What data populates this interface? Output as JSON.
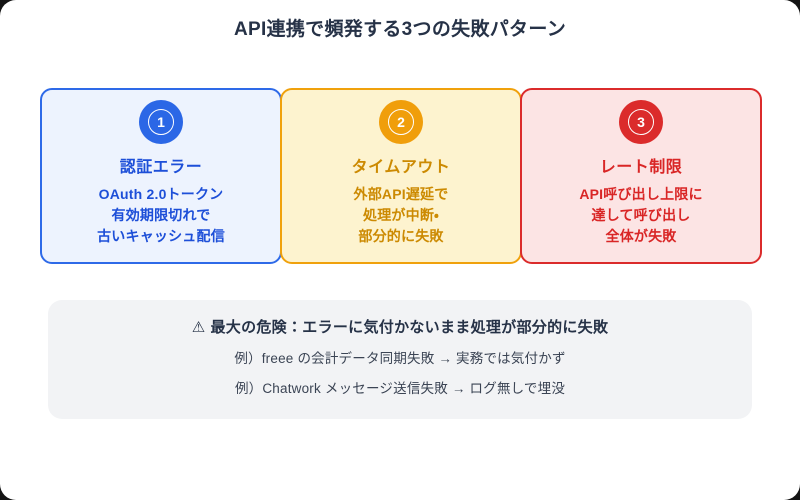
{
  "title": "API連携で頻発する3つの失敗パターン",
  "colors": {
    "page-bg": "#ffffff",
    "title-text": "#263247",
    "panel-bg": "#f2f3f5",
    "heading-text": "#263247",
    "example-text": "#3b4454"
  },
  "cards": [
    {
      "number": "1",
      "title": "認証エラー",
      "lines": [
        "OAuth 2.0トークン",
        "有効期限切れで",
        "古いキャッシュ配信"
      ],
      "colors": {
        "border": "#2e6ae8",
        "background": "#edf3fe",
        "circle": "#2b67e6",
        "text": "#1d4fd8"
      }
    },
    {
      "number": "2",
      "title": "タイムアウト",
      "lines": [
        "外部API遅延で",
        "処理が中断・",
        "部分的に失敗"
      ],
      "colors": {
        "border": "#f0a10c",
        "background": "#fdf3cf",
        "circle": "#f09e0b",
        "text": "#cc8a02"
      }
    },
    {
      "number": "3",
      "title": "レート制限",
      "lines": [
        "API呼び出し上限に",
        "達して呼び出し",
        "全体が失敗"
      ],
      "colors": {
        "border": "#db2b2b",
        "background": "#fce4e4",
        "circle": "#db2b2b",
        "text": "#d92626"
      }
    }
  ],
  "warning": {
    "icon": "⚠",
    "heading": "最大の危険：エラーに気付かないまま処理が部分的に失敗",
    "examples": [
      "例）freee の会計データ同期失敗 → 実務では気付かず",
      "例）Chatwork メッセージ送信失敗 → ログ無しで埋没"
    ]
  }
}
